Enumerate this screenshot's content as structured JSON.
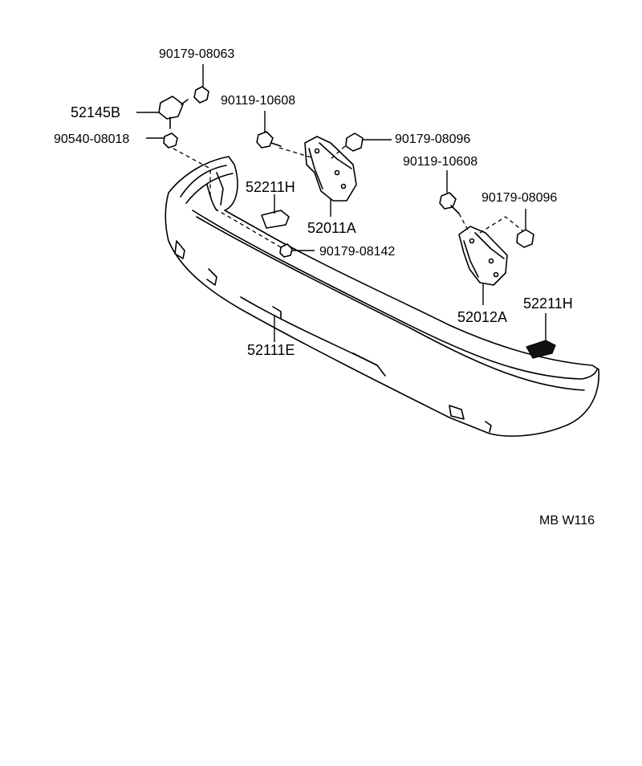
{
  "diagram": {
    "code": "MB W116",
    "parts": [
      {
        "id": "p1",
        "number": "90179-08063"
      },
      {
        "id": "p2",
        "number": "52145B"
      },
      {
        "id": "p3",
        "number": "90540-08018"
      },
      {
        "id": "p4",
        "number": "90119-10608"
      },
      {
        "id": "p5",
        "number": "90179-08096"
      },
      {
        "id": "p6",
        "number": "52211H"
      },
      {
        "id": "p7",
        "number": "52011A"
      },
      {
        "id": "p8",
        "number": "90119-10608"
      },
      {
        "id": "p9",
        "number": "90179-08096"
      },
      {
        "id": "p10",
        "number": "90179-08142"
      },
      {
        "id": "p11",
        "number": "52012A"
      },
      {
        "id": "p12",
        "number": "52211H"
      },
      {
        "id": "p13",
        "number": "52111E"
      }
    ]
  }
}
